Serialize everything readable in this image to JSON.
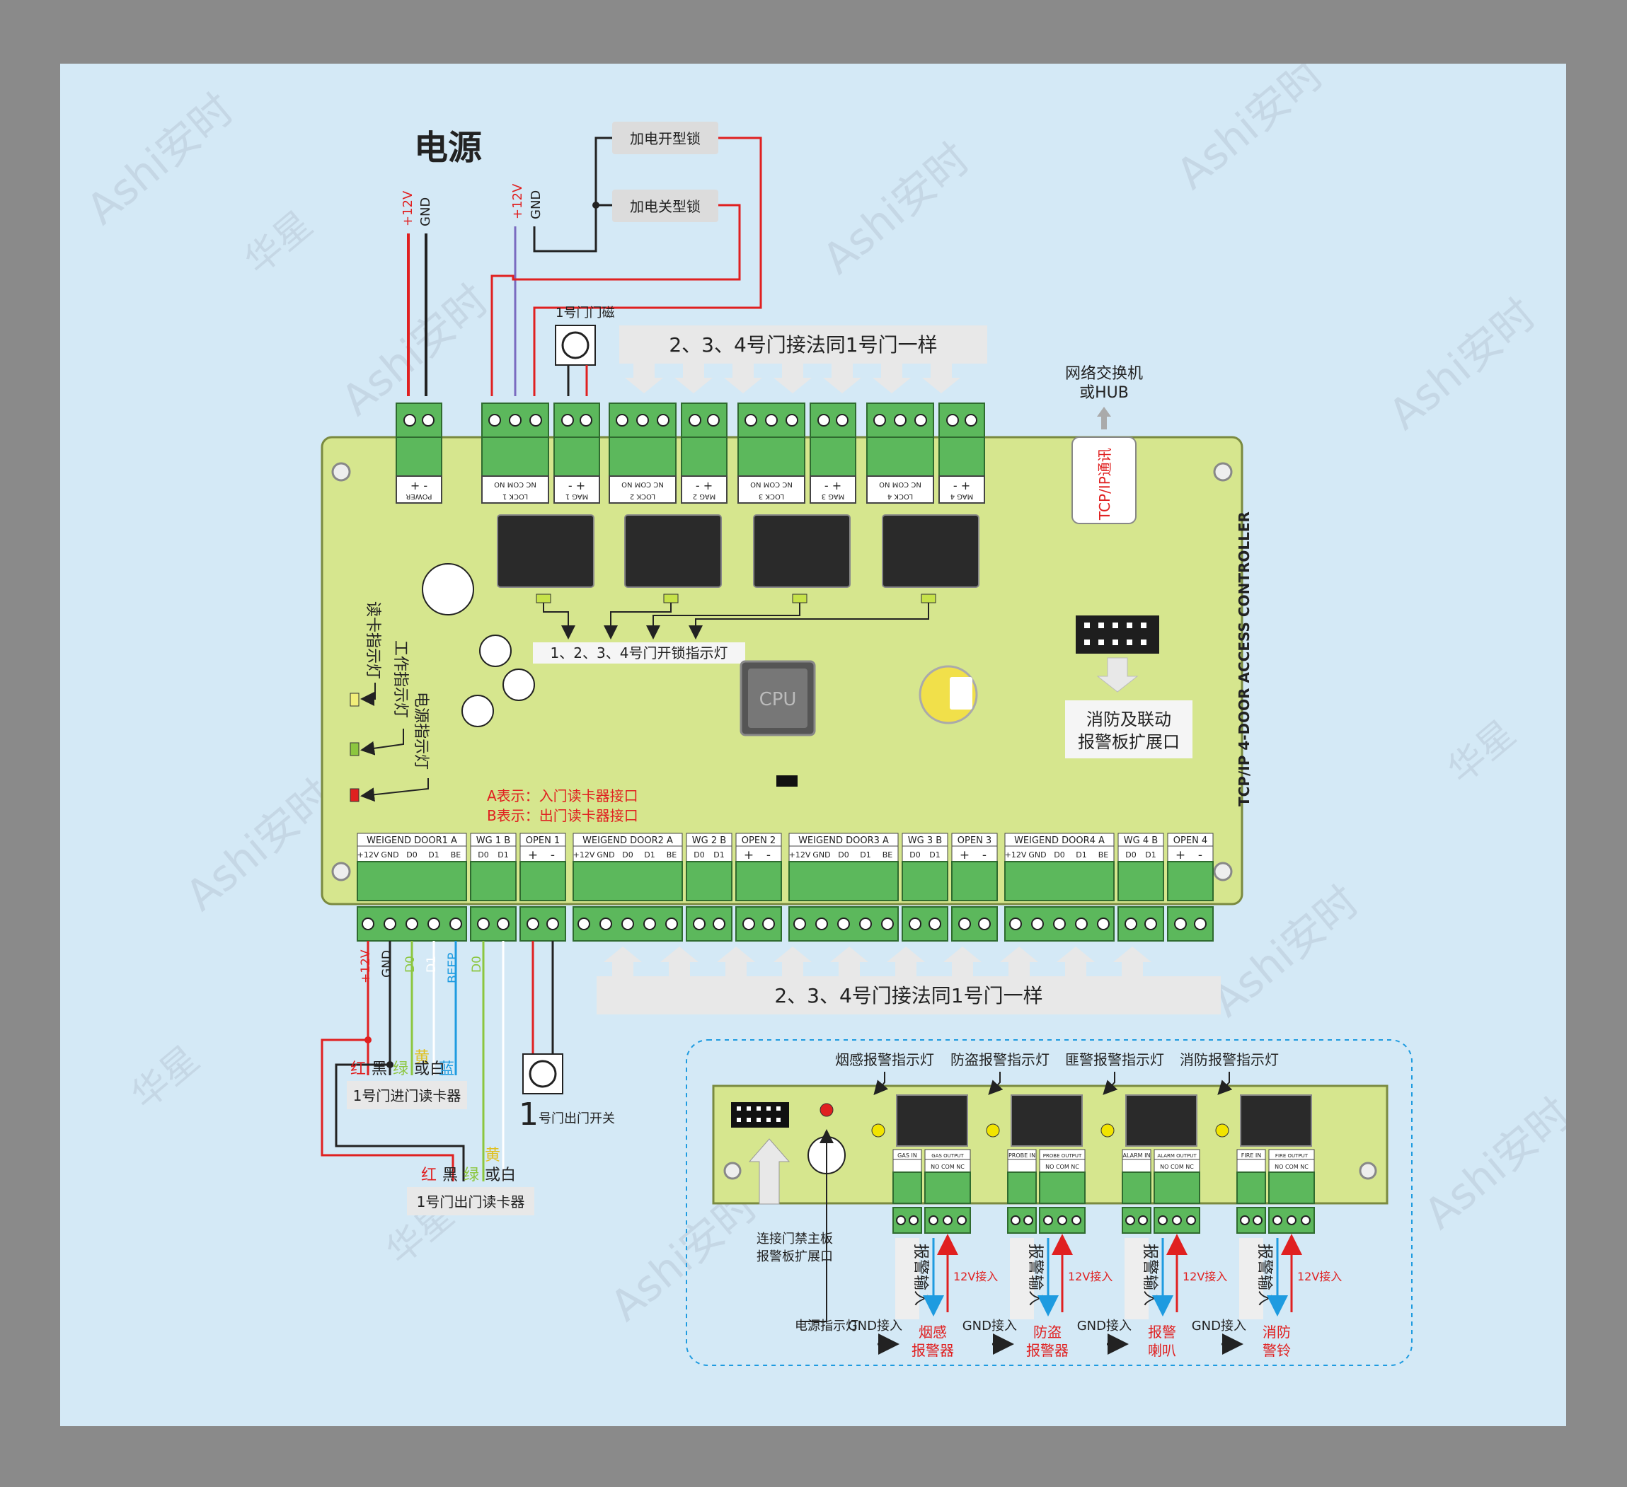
{
  "power": {
    "title": "电源",
    "plus12": "+12V",
    "gnd": "GND"
  },
  "locks": {
    "open_lock": "加电开型锁",
    "close_lock": "加电关型锁",
    "door_mag_label": "1号门门磁"
  },
  "same_wiring_text": "2、3、4号门接法同1号门一样",
  "network": {
    "label_line1": "网络交换机",
    "label_line2": "或HUB",
    "tcp_tag": "TCP/IP通讯"
  },
  "board_title": "TCP/IP 4-DOOR ACCESS CONTROLLER",
  "top_terminals": [
    {
      "pins": "+ -",
      "name": "POWER"
    },
    {
      "pins": "NC COM NO",
      "name": "LOCK 1"
    },
    {
      "pins": "- +",
      "name": "MAG 1"
    },
    {
      "pins": "NC COM NO",
      "name": "LOCK 2"
    },
    {
      "pins": "- +",
      "name": "MAG 2"
    },
    {
      "pins": "NC COM NO",
      "name": "LOCK 3"
    },
    {
      "pins": "- +",
      "name": "MAG 3"
    },
    {
      "pins": "NC COM NO",
      "name": "LOCK 4"
    },
    {
      "pins": "- +",
      "name": "MAG 4"
    }
  ],
  "indicators": {
    "reader": "读卡指示灯",
    "work": "工作指示灯",
    "power": "电源指示灯",
    "lock": "1、2、3、4号门开锁指示灯"
  },
  "cpu": "CPU",
  "fire_expansion": {
    "line1": "消防及联动",
    "line2": "报警板扩展口"
  },
  "ab_notes": {
    "a": "A表示：入门读卡器接口",
    "b": "B表示：出门读卡器接口"
  },
  "bottom_terminals": [
    {
      "name": "WEIGEND DOOR1  A",
      "pins": [
        "+12V",
        "GND",
        "D0",
        "D1",
        "BE"
      ]
    },
    {
      "name": "WG 1 B",
      "pins": [
        "D0",
        "D1"
      ]
    },
    {
      "name": "OPEN 1",
      "pins": [
        "+",
        "-"
      ]
    },
    {
      "name": "WEIGEND DOOR2  A",
      "pins": [
        "+12V",
        "GND",
        "D0",
        "D1",
        "BE"
      ]
    },
    {
      "name": "WG 2 B",
      "pins": [
        "D0",
        "D1"
      ]
    },
    {
      "name": "OPEN 2",
      "pins": [
        "+",
        "-"
      ]
    },
    {
      "name": "WEIGEND DOOR3  A",
      "pins": [
        "+12V",
        "GND",
        "D0",
        "D1",
        "BE"
      ]
    },
    {
      "name": "WG 3 B",
      "pins": [
        "D0",
        "D1"
      ]
    },
    {
      "name": "OPEN 3",
      "pins": [
        "+",
        "-"
      ]
    },
    {
      "name": "WEIGEND DOOR4  A",
      "pins": [
        "+12V",
        "GND",
        "D0",
        "D1",
        "BE"
      ]
    },
    {
      "name": "WG 4 B",
      "pins": [
        "D0",
        "D1"
      ]
    },
    {
      "name": "OPEN 4",
      "pins": [
        "+",
        "-"
      ]
    }
  ],
  "wire_labels": {
    "v12": "+12V",
    "gnd": "GND",
    "d0": "D0",
    "d1": "D1",
    "beep": "BEEP"
  },
  "reader_colors": {
    "red": "红",
    "black": "黑",
    "green": "绿",
    "yellow": "黄",
    "or_white": "或白",
    "blue": "蓝"
  },
  "readers": {
    "in": "1号门进门读卡器",
    "out": "1号门出门读卡器"
  },
  "exit_switch": {
    "big": "1",
    "label": "号门出门开关"
  },
  "alarm_board": {
    "leds": [
      "烟感报警指示灯",
      "防盗报警指示灯",
      "匪警报警指示灯",
      "消防报警指示灯"
    ],
    "in_terms": [
      "GAS IN",
      "PROBE IN",
      "ALARM IN",
      "FIRE IN"
    ],
    "out_terms": [
      "GAS OUTPUT",
      "PROBE OUTPUT",
      "ALARM OUTPUT",
      "FIRE OUTPUT"
    ],
    "out_pins": "NO COM NC",
    "alarm_input": "报警输入",
    "v12_in": "12V接入",
    "gnd_in": "GND接入",
    "devices": [
      [
        "烟感",
        "报警器"
      ],
      [
        "防盗",
        "报警器"
      ],
      [
        "报警",
        "喇叭"
      ],
      [
        "消防",
        "警铃"
      ]
    ],
    "connect_label": [
      "连接门禁主板",
      "报警板扩展口"
    ],
    "power_led_label": "电源指示灯"
  },
  "watermark": {
    "brand": "Ashi安时",
    "sub": "华星"
  },
  "colors": {
    "board": "#d6e68e",
    "terminal": "#5cb85c",
    "wire_red": "#e02020",
    "wire_black": "#222222",
    "background": "#d4e9f6"
  }
}
